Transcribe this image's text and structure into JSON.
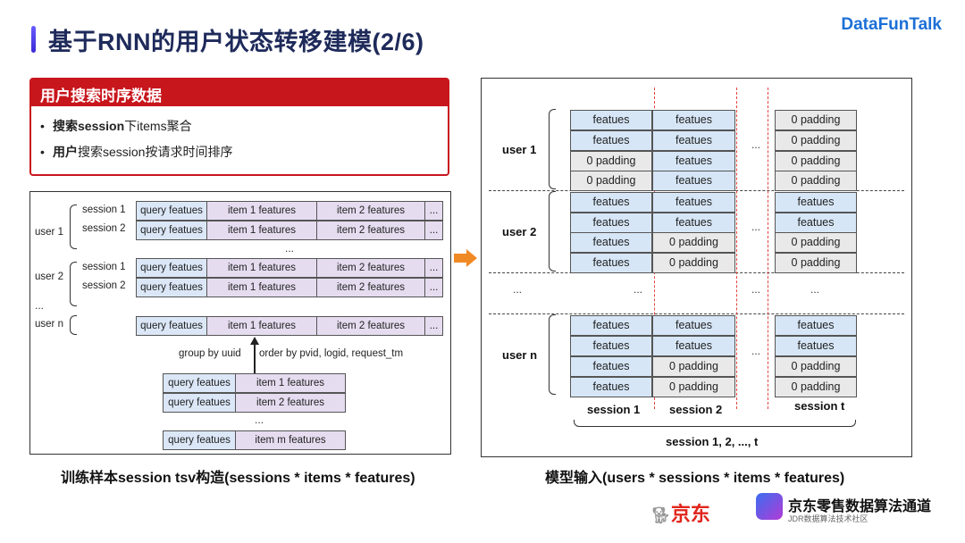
{
  "page": {
    "title": "基于RNN的用户状态转移建模(2/6)",
    "brand": "DataFunTalk"
  },
  "info": {
    "header": "用户搜索时序数据",
    "items": [
      {
        "bold": "搜索session",
        "rest": "下items聚合"
      },
      {
        "bold": "用户",
        "rest": "搜索session按请求时间排序"
      }
    ]
  },
  "left_panel": {
    "users": [
      "user 1",
      "user 2",
      "user n"
    ],
    "sessions": [
      "session 1",
      "session 2",
      "session 1",
      "session 2"
    ],
    "query_label": "query featues",
    "item1_label": "item 1 features",
    "item2_label": "item 2 features",
    "itemm_label": "item m features",
    "more": "...",
    "group_by": "group by uuid",
    "order_by": "order by pvid, logid, request_tm",
    "caption": "训练样本session tsv构造(sessions * items * features)"
  },
  "right_panel": {
    "users": [
      "user 1",
      "user 2",
      "user n"
    ],
    "feat": "featues",
    "pad": "0 padding",
    "more": "...",
    "session_labels": [
      "session 1",
      "session 2",
      "session t"
    ],
    "session_range": "session 1, 2, ..., t",
    "caption": "模型输入(users * sessions * items * features)"
  },
  "footer": {
    "jd": "京东",
    "jd_team": "京东零售数据算法通道",
    "jd_team_sub": "JDR数据算法技术社区"
  },
  "colors": {
    "accent_red": "#c8161d",
    "title_navy": "#1e2a5a",
    "brand_blue": "#1b6fd6",
    "arrow_orange": "#f08a24",
    "feature_blue": "#d6e6f7",
    "padding_gray": "#e9e9e9",
    "item_purple": "#e6dcf0"
  }
}
